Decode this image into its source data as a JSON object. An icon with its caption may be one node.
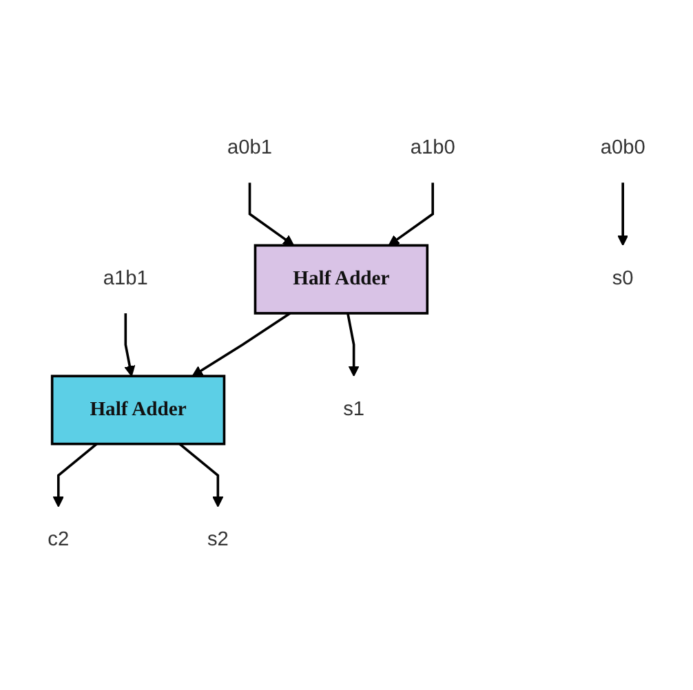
{
  "diagram": {
    "nodes": [
      {
        "text": [
          "a1b1"
        ]
      },
      {
        "text": [
          "a0b1"
        ]
      },
      {
        "text": [
          "a1b0"
        ]
      },
      {
        "text": [
          "a0b0"
        ]
      },
      {
        "text": [
          "Half Adder"
        ]
      },
      {
        "text": [
          "Half Adder"
        ]
      },
      {
        "text": [
          "c2"
        ]
      },
      {
        "text": [
          "s2"
        ]
      },
      {
        "text": [
          "s1"
        ]
      },
      {
        "text": [
          "s0"
        ]
      }
    ],
    "edges": [
      {
        "from": 1,
        "to": 4,
        "arrow": "to"
      },
      {
        "from": 2,
        "to": 4,
        "arrow": "to"
      },
      {
        "from": 0,
        "to": 5,
        "arrow": "to"
      },
      {
        "from": 4,
        "to": 5,
        "arrow": "to"
      },
      {
        "from": 5,
        "to": 6,
        "arrow": "to"
      },
      {
        "from": 5,
        "to": 7,
        "arrow": "to"
      },
      {
        "from": 4,
        "to": 8,
        "arrow": "to"
      },
      {
        "from": 3,
        "to": 9,
        "arrow": "to"
      }
    ]
  }
}
